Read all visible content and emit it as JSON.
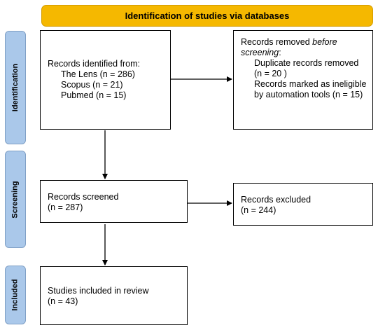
{
  "header": {
    "title": "Identification of studies via databases"
  },
  "phases": {
    "identification": "Identification",
    "screening": "Screening",
    "included": "Included"
  },
  "identified": {
    "heading": "Records identified from:",
    "sources": [
      "The Lens (n = 286)",
      "Scopus (n = 21)",
      "Pubmed (n = 15)"
    ]
  },
  "removed": {
    "heading_start": "Records removed ",
    "heading_em": "before",
    "heading_em2": "screening",
    "heading_end": ":",
    "items": [
      "Duplicate records removed",
      "(n = 20 )",
      "Records marked as ineligible",
      "by automation tools (n = 15)"
    ]
  },
  "screened": {
    "label": "Records screened",
    "count": "(n = 287)"
  },
  "excluded": {
    "label": "Records excluded",
    "count": "(n = 244)"
  },
  "included": {
    "label": "Studies included in review",
    "count": "(n = 43)"
  }
}
